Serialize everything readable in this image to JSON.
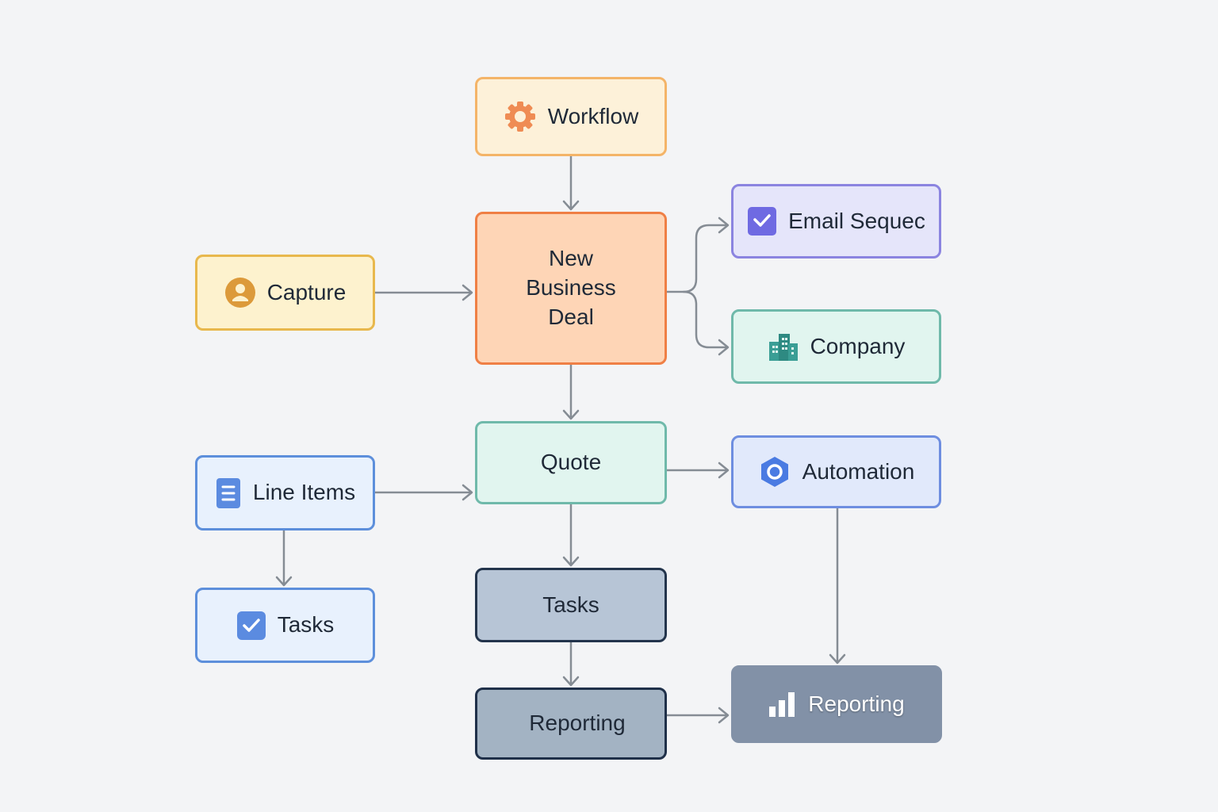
{
  "diagram": {
    "nodes": [
      {
        "id": "workflow",
        "label": "Workflow",
        "icon": "gear-icon"
      },
      {
        "id": "deal",
        "label_lines": [
          "New",
          "Business",
          "Deal"
        ],
        "icon": ""
      },
      {
        "id": "capture",
        "label": "Capture",
        "icon": "user-badge-icon"
      },
      {
        "id": "email",
        "label": "Email Sequec",
        "icon": "checkbox-icon"
      },
      {
        "id": "company",
        "label": "Company",
        "icon": "building-icon"
      },
      {
        "id": "quote",
        "label": "Quote",
        "icon": ""
      },
      {
        "id": "lineitems",
        "label": "Line Items",
        "icon": "document-list-icon"
      },
      {
        "id": "automation",
        "label": "Automation",
        "icon": "hexagon-icon"
      },
      {
        "id": "tasks_left",
        "label": "Tasks",
        "icon": "checkbox-icon"
      },
      {
        "id": "tasks_mid",
        "label": "Tasks",
        "icon": ""
      },
      {
        "id": "report_mid",
        "label": "Reporting",
        "icon": ""
      },
      {
        "id": "report_right",
        "label": "Reporting",
        "icon": "bar-chart-icon"
      }
    ],
    "edges": [
      {
        "from": "workflow",
        "to": "deal"
      },
      {
        "from": "capture",
        "to": "deal"
      },
      {
        "from": "deal",
        "to": "email"
      },
      {
        "from": "deal",
        "to": "company"
      },
      {
        "from": "deal",
        "to": "quote"
      },
      {
        "from": "lineitems",
        "to": "quote"
      },
      {
        "from": "quote",
        "to": "automation"
      },
      {
        "from": "quote",
        "to": "tasks_mid"
      },
      {
        "from": "lineitems",
        "to": "tasks_left"
      },
      {
        "from": "tasks_mid",
        "to": "report_mid"
      },
      {
        "from": "report_mid",
        "to": "report_right"
      },
      {
        "from": "automation",
        "to": "report_right"
      }
    ],
    "colors": {
      "background": "#f3f4f6",
      "edge": "#858c94",
      "gear": "#ef8c54",
      "user_badge": "#dc9a3a",
      "email_check": "#6f6ae2",
      "building": "#3a9e95",
      "document": "#5b8be0",
      "hexagon": "#4a7be2",
      "task_check": "#5b8be0",
      "bar_chart": "#ffffff"
    }
  }
}
